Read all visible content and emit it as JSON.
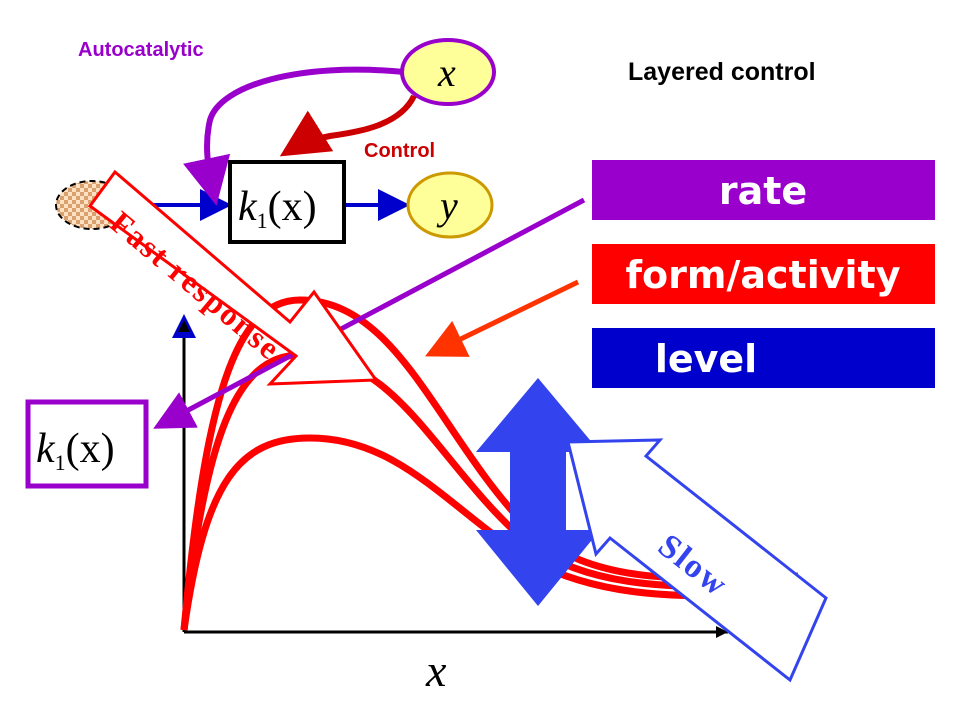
{
  "labels": {
    "autocatalytic": "Autocatalytic",
    "control": "Control",
    "layered_control": "Layered control",
    "fast_response": "Fast response",
    "slow": "Slow"
  },
  "nodes": {
    "x": "x",
    "y": "y",
    "k1_main": "k",
    "k1_sub": "1",
    "k1_arg": "(x)",
    "k1_small": "k",
    "k1_small_sub": "1",
    "k1_small_arg": "(x)"
  },
  "bands": [
    {
      "label": "rate",
      "color": "#9900cc"
    },
    {
      "label": "form/activity",
      "color": "#ff0000"
    },
    {
      "label": "level",
      "color": "#0000cc"
    }
  ],
  "plot": {
    "xlabel": "x"
  },
  "colors": {
    "purple": "#9900cc",
    "red": "#ff0000",
    "dark_red": "#cc0000",
    "blue": "#0000cc",
    "double_arrow": "#3344ee",
    "slow_outline": "#3344ee",
    "node_fill": "#ffff99",
    "orange_arrow": "#ff3300"
  }
}
